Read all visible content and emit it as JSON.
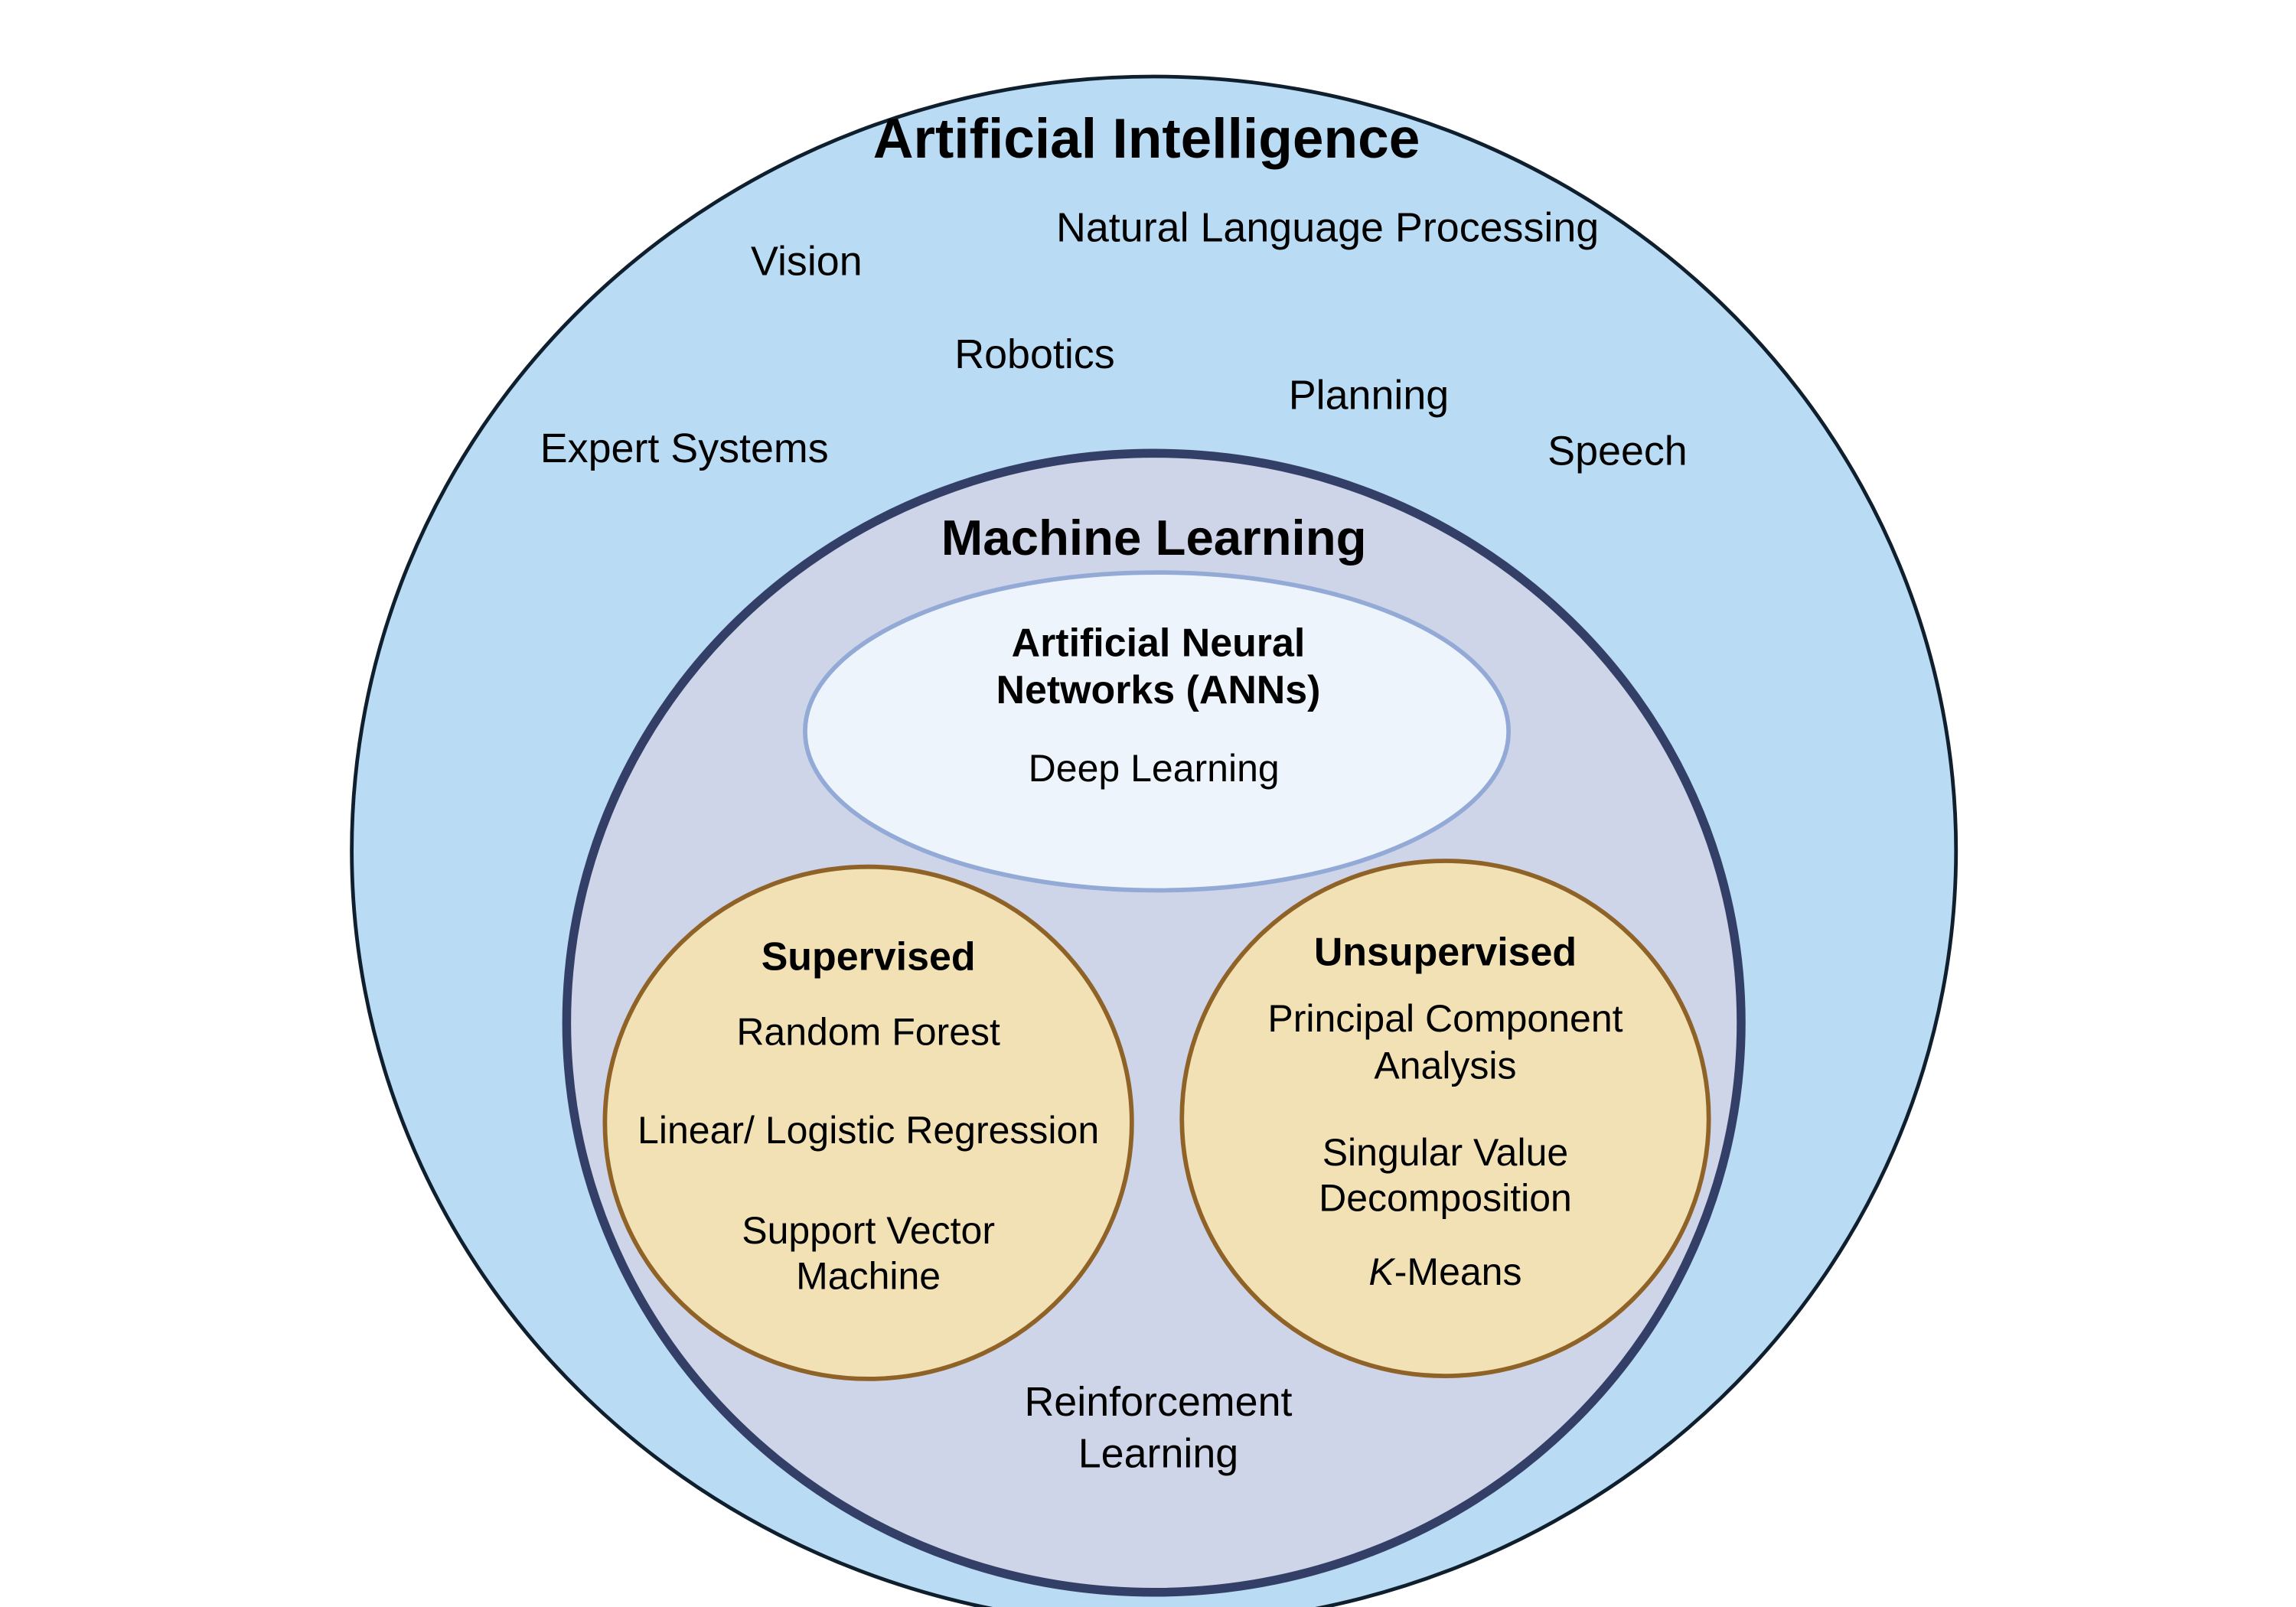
{
  "colors": {
    "ai_fill": "#b9dbf3",
    "ai_stroke": "#0f1f2e",
    "ml_fill": "#cfd5e8",
    "ml_stroke": "#333f66",
    "ann_fill": "#edf4fc",
    "ann_stroke": "#93aad6",
    "group_fill": "#f1e1b4",
    "group_stroke": "#8f6328"
  },
  "ai": {
    "title": "Artificial Intelligence",
    "fields": [
      "Vision",
      "Natural Language Processing",
      "Robotics",
      "Planning",
      "Expert Systems",
      "Speech"
    ]
  },
  "ml": {
    "title": "Machine Learning",
    "ann": {
      "title_line1": "Artificial Neural",
      "title_line2": "Networks (ANNs)",
      "item": "Deep Learning"
    },
    "supervised": {
      "title": "Supervised",
      "items": [
        "Random Forest",
        "Linear/ Logistic Regression",
        "Support Vector",
        "Machine"
      ]
    },
    "unsupervised": {
      "title": "Unsupervised",
      "items": [
        "Principal Component",
        "Analysis",
        "Singular Value",
        "Decomposition",
        "K",
        "-Means"
      ]
    },
    "reinforcement": {
      "line1": "Reinforcement",
      "line2": "Learning"
    }
  }
}
